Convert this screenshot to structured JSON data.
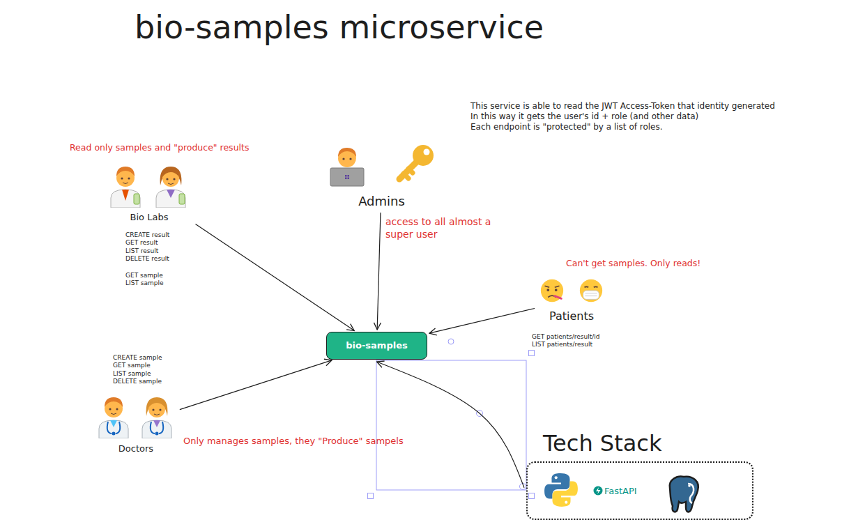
{
  "diagram": {
    "title": "bio-samples microservice",
    "nodes": [
      {
        "text": [
          "Bio Labs"
        ]
      },
      {
        "text": [
          "Admins"
        ]
      },
      {
        "text": [
          "Patients"
        ]
      },
      {
        "text": [
          "Doctors"
        ]
      },
      {
        "text": [
          "bio-samples"
        ]
      },
      {
        "text": [
          "Tech Stack",
          "FastAPI"
        ]
      }
    ],
    "edges": [
      {
        "from": 0,
        "to": 4,
        "arrow": "to"
      },
      {
        "from": 1,
        "to": 4,
        "arrow": "to"
      },
      {
        "from": 2,
        "to": 4,
        "arrow": "to"
      },
      {
        "from": 3,
        "to": 4,
        "arrow": "to"
      },
      {
        "from": 5,
        "to": 4,
        "arrow": "to"
      }
    ],
    "labels": [
      "This service is able to read the JWT Access-Token that identity generated",
      "In this way it gets the user's id + role (and other data)",
      "Each endpoint is \"protected\" by a list of roles.",
      "Read only samples and \"produce\" results",
      "CREATE result",
      "GET result",
      "LIST result",
      "DELETE result",
      "GET sample",
      "LIST sample",
      "access to all almost a super user",
      "Can't get samples. Only reads!",
      "GET patients/result/id",
      "LIST patients/result",
      "CREATE sample",
      "GET sample",
      "LIST sample",
      "DELETE sample",
      "Only manages samples, they \"Produce\" sampels"
    ]
  }
}
